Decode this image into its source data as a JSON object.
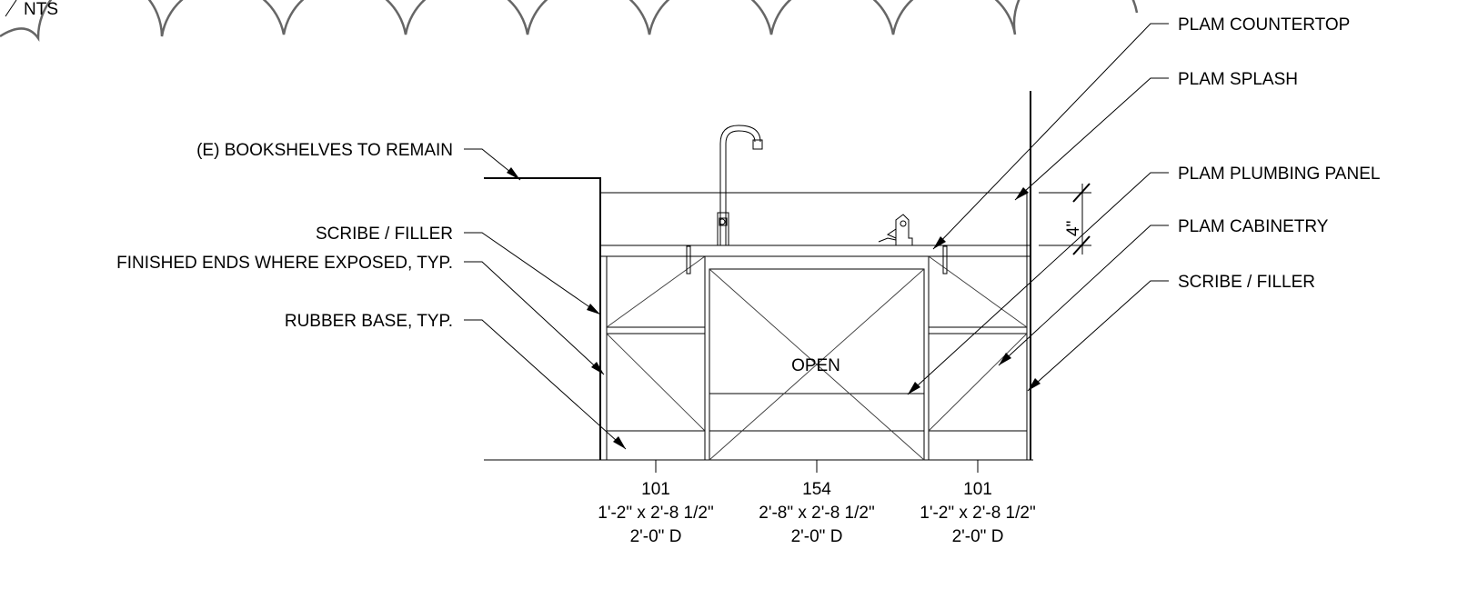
{
  "title_block": {
    "scale": "NTS"
  },
  "callouts_left": [
    "(E) BOOKSHELVES TO REMAIN",
    "SCRIBE / FILLER",
    "FINISHED ENDS WHERE EXPOSED, TYP.",
    "RUBBER BASE, TYP."
  ],
  "callouts_right": [
    "PLAM COUNTERTOP",
    "PLAM SPLASH",
    "PLAM PLUMBING PANEL",
    "PLAM CABINETRY",
    "SCRIBE / FILLER"
  ],
  "dimension": {
    "splash_height": "4\""
  },
  "open_label": "OPEN",
  "cabinets": [
    {
      "tag": "101",
      "size": "1'-2\" x 2'-8 1/2\"",
      "depth": "2'-0\" D"
    },
    {
      "tag": "154",
      "size": "2'-8\" x 2'-8 1/2\"",
      "depth": "2'-0\" D"
    },
    {
      "tag": "101",
      "size": "1'-2\" x 2'-8 1/2\"",
      "depth": "2'-0\" D"
    }
  ],
  "colors": {
    "linework": "#000000",
    "revision_cloud": "#666666",
    "background": "#ffffff"
  }
}
